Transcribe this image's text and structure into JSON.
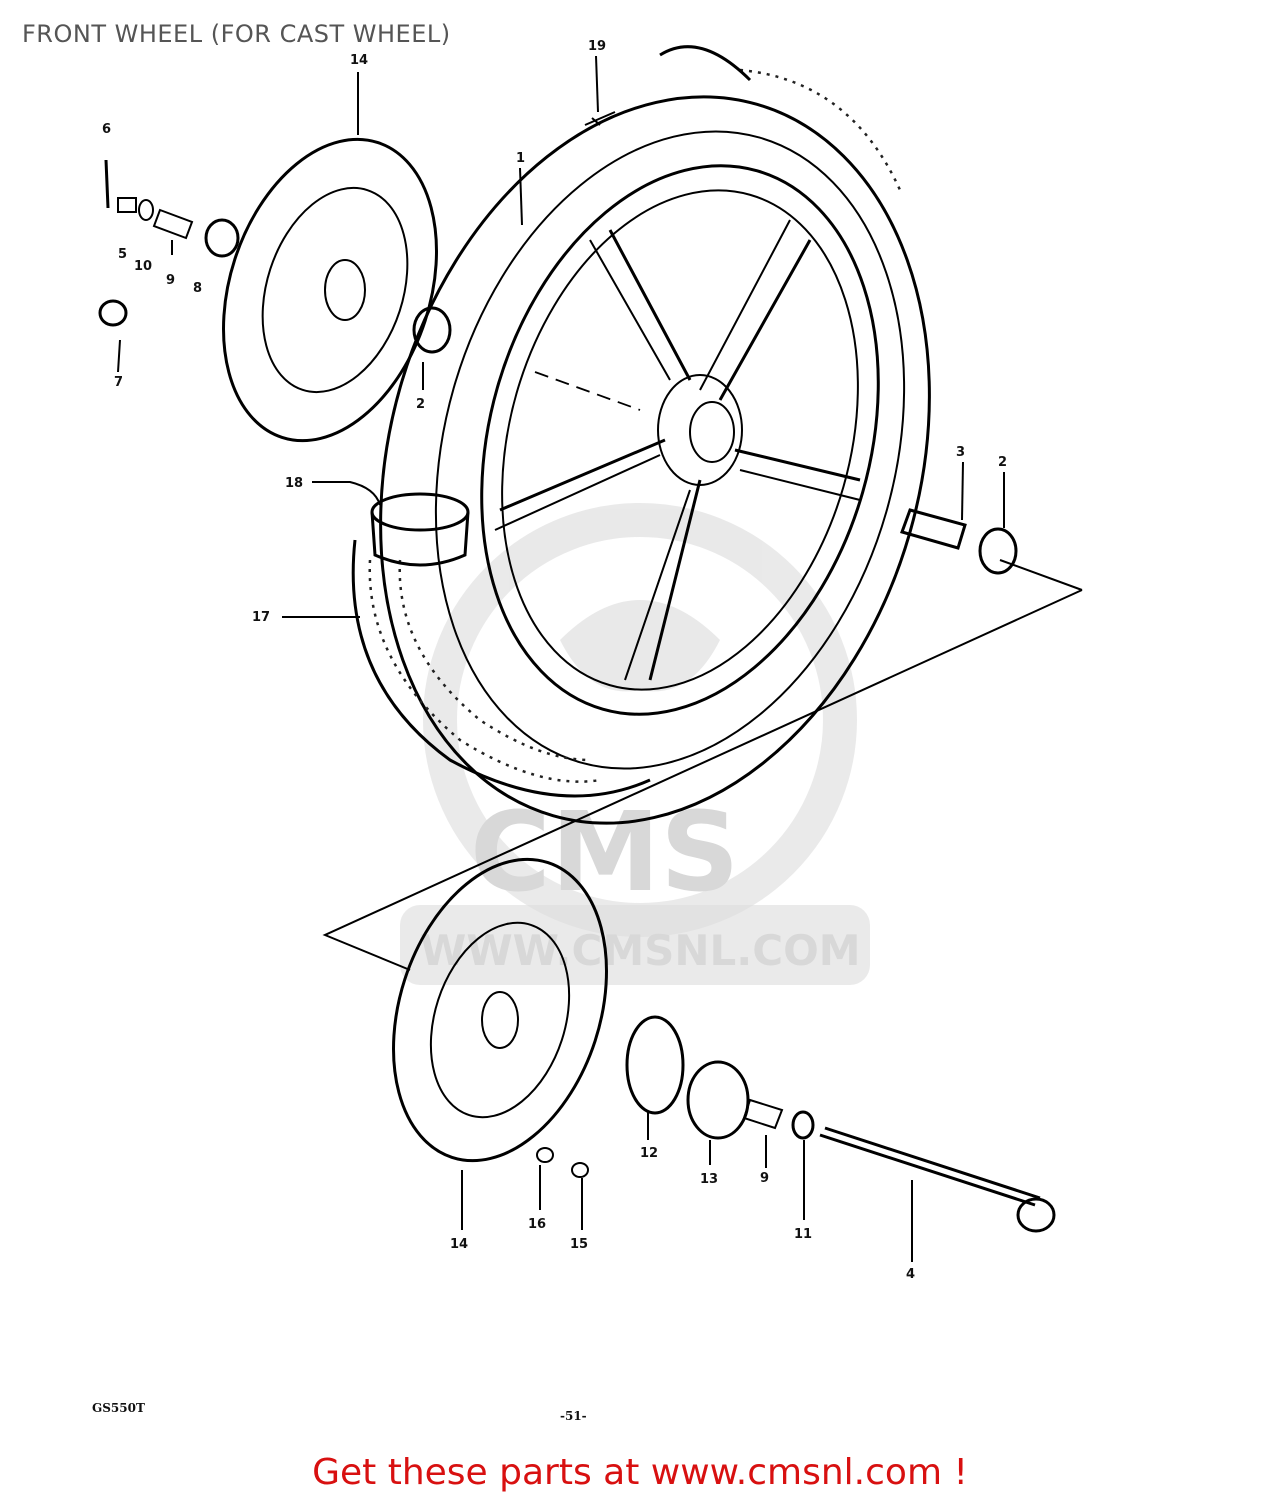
{
  "title": "FRONT WHEEL (FOR CAST WHEEL)",
  "model_code": "GS550T",
  "page_number": "-51-",
  "watermark": {
    "brand": "CMS",
    "url": "WWW.CMSNL.COM"
  },
  "footer": {
    "text": "Get these parts at www.cmsnl.com !",
    "color": "#d81010"
  },
  "callouts": {
    "c1": "1",
    "c2a": "2",
    "c2b": "2",
    "c3": "3",
    "c4": "4",
    "c5": "5",
    "c6": "6",
    "c7": "7",
    "c8": "8",
    "c9a": "9",
    "c9b": "9",
    "c10": "10",
    "c11": "11",
    "c12": "12",
    "c13": "13",
    "c14a": "14",
    "c14b": "14",
    "c15": "15",
    "c16": "16",
    "c17": "17",
    "c18": "18",
    "c19": "19"
  }
}
